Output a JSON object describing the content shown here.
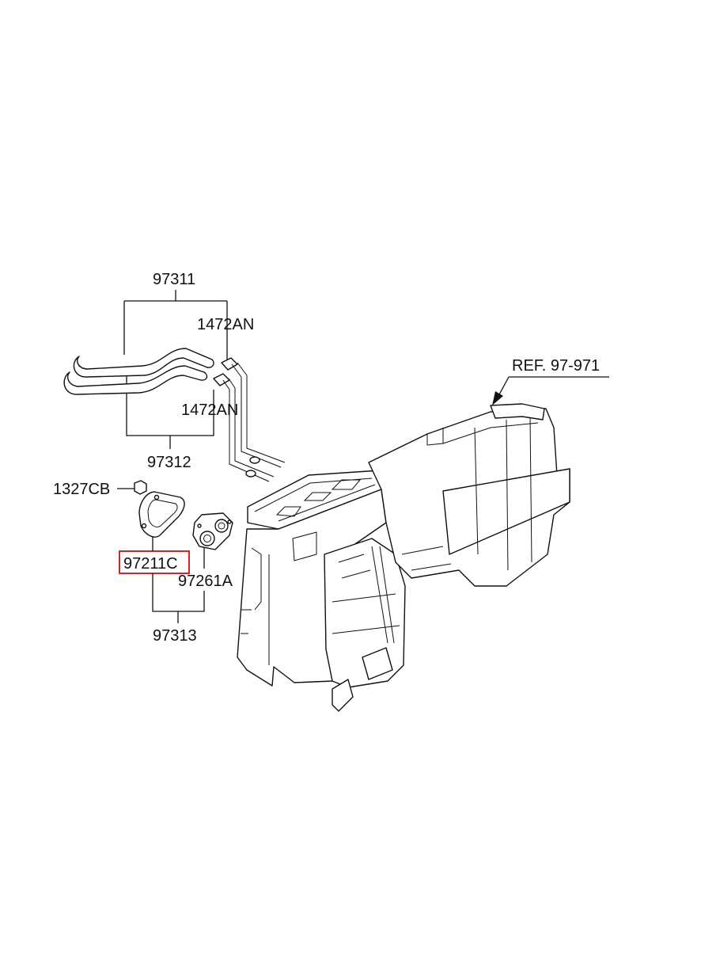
{
  "labels": {
    "hose_assy": "97311",
    "clamp_upper": "1472AN",
    "clamp_lower": "1472AN",
    "hose_lower": "97312",
    "screw": "1327CB",
    "pipe_flange": "97211C",
    "gasket": "97261A",
    "pipe_assy": "97313",
    "reference": "REF. 97-971"
  },
  "colors": {
    "line": "#111111",
    "highlight": "#e02020",
    "background": "#ffffff"
  }
}
